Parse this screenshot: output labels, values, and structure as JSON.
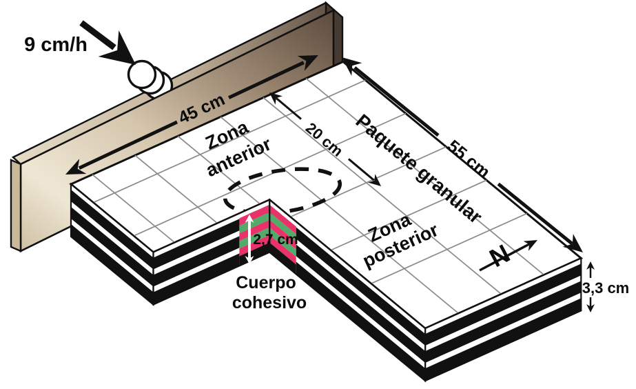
{
  "figure": {
    "injection": {
      "rate": "9 cm/h"
    },
    "dimensions": {
      "wall_length": "45 cm",
      "granular_length": "55 cm",
      "anterior_offset": "20 cm",
      "cohesive_thickness": "2,7 cm",
      "package_thickness": "3,3 cm"
    },
    "zones": {
      "anterior": {
        "line1": "Zona",
        "line2": "anterior"
      },
      "posterior": {
        "line1": "Zona",
        "line2": "posterior"
      }
    },
    "labels": {
      "granular_package": "Paquete granular",
      "cohesive_body_line1": "Cuerpo",
      "cohesive_body_line2": "cohesivo",
      "north": "N"
    },
    "colors": {
      "cohesive_pink": "#e8336a",
      "cohesive_green": "#52ab6b",
      "layer_black": "#111111",
      "grid_gray": "#8a8a8a",
      "wall_light": "#efe7d5",
      "wall_dark": "#5c4a3d",
      "surface_white": "#ffffff"
    }
  }
}
